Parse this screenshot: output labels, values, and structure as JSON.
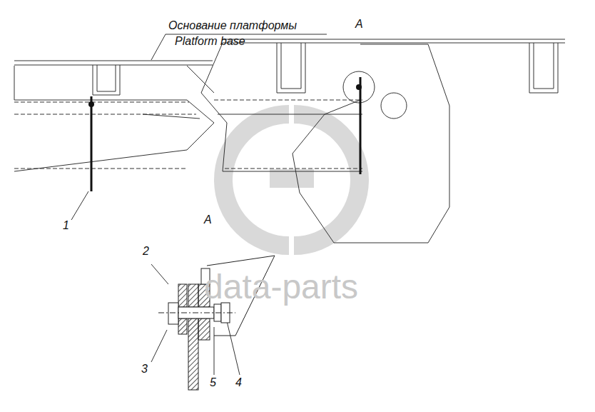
{
  "diagram": {
    "labels": [
      "Основание платформы",
      "Platform base",
      "A",
      "1",
      "A",
      "2",
      "3",
      "5",
      "4",
      "data-parts"
    ]
  }
}
